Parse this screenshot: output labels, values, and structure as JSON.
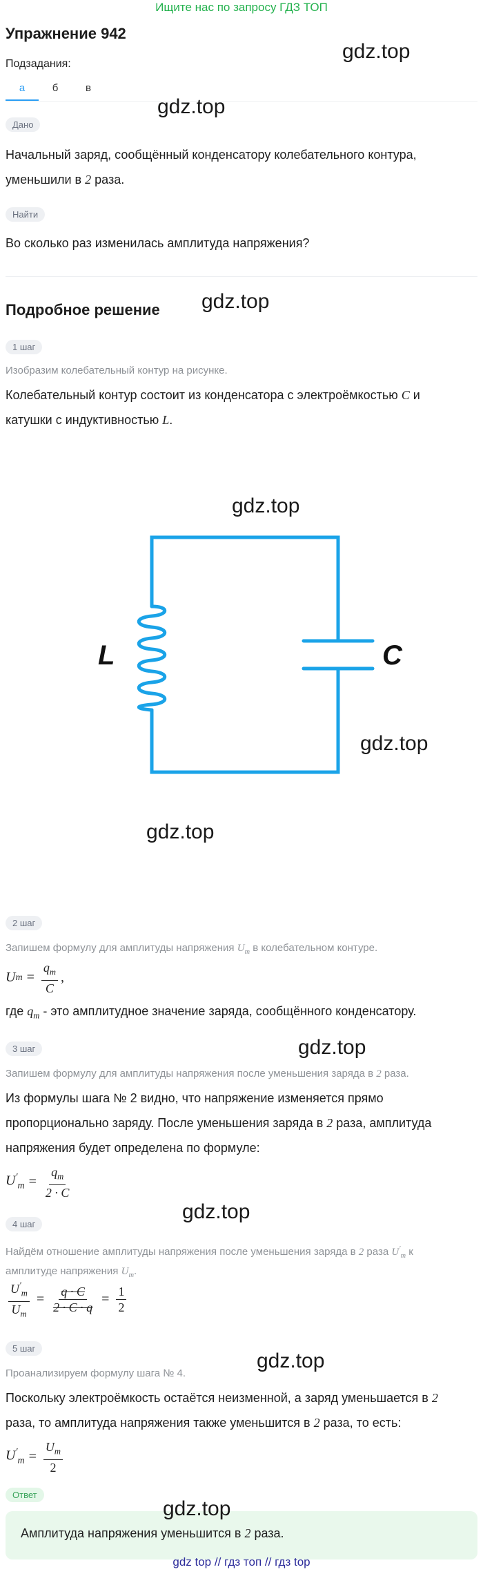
{
  "header": {
    "top_link": "Ищите нас по запросу ГДЗ ТОП",
    "title": "Упражнение 942",
    "subtasks_label": "Подзадания:",
    "tabs": [
      "а",
      "б",
      "в"
    ]
  },
  "given": {
    "label": "Дано",
    "text_1": "Начальный заряд, сообщённый конденсатору колебательного контура,",
    "text_2a": "уменьшили в ",
    "text_2_num": "2",
    "text_2b": " раза."
  },
  "find": {
    "label": "Найти",
    "text": "Во сколько раз изменилась амплитуда напряжения?"
  },
  "solution": {
    "title": "Подробное решение",
    "step1": {
      "label": "1 шаг",
      "hint": "Изобразим колебательный контур на рисунке.",
      "line1a": "Колебательный контур состоит из конденсатора с электроёмкостью ",
      "line1_var": "C",
      "line1b": " и",
      "line2a": "катушки с индуктивностью ",
      "line2_var": "L",
      "line2b": ".",
      "diagram_label_L": "L",
      "diagram_label_C": "C"
    },
    "step2": {
      "label": "2 шаг",
      "hint_a": "Запишем формулу для амплитуды напряжения ",
      "hint_var": "U",
      "hint_sub": "m",
      "hint_b": " в колебательном контуре.",
      "formula_lhs": "U",
      "formula_lhs_sub": "m",
      "formula_num": "q",
      "formula_num_sub": "m",
      "formula_den": "C",
      "note_a": "где ",
      "note_var": "q",
      "note_sub": "m",
      "note_b": " - это амплитудное значение заряда, сообщённого конденсатору."
    },
    "step3": {
      "label": "3 шаг",
      "hint_a": "Запишем формулу для амплитуды напряжения после уменьшения заряда в ",
      "hint_num": "2",
      "hint_b": " раза.",
      "line1": "Из формулы шага № 2 видно, что напряжение изменяется прямо",
      "line2a": "пропорционально заряду. После уменьшения заряда в ",
      "line2_num": "2",
      "line2b": " раза, амплитуда",
      "line3": "напряжения будет определена по формуле:",
      "formula_num": "q",
      "formula_den": "2 · C"
    },
    "step4": {
      "label": "4 шаг",
      "hint_a": "Найдём отношение амплитуды напряжения после уменьшения заряда в ",
      "hint_num": "2",
      "hint_b": " раза ",
      "hint_c": " к",
      "hint_line2": "амплитуде напряжения ",
      "formula_mid_num": "q · C",
      "formula_mid_den": "2 · C · q",
      "formula_res_num": "1",
      "formula_res_den": "2"
    },
    "step5": {
      "label": "5 шаг",
      "hint": "Проанализируем формулу шага № 4.",
      "line1a": "Поскольку электроёмкость остаётся неизменной, а заряд уменьшается в ",
      "line1_num": "2",
      "line2a": "раза, то амплитуда напряжения также уменьшится в ",
      "line2_num": "2",
      "line2b": " раза, то есть:",
      "formula_den": "2"
    },
    "answer": {
      "label": "Ответ",
      "text_a": "Амплитуда напряжения уменьшится в ",
      "text_num": "2",
      "text_b": " раза."
    }
  },
  "watermark": "gdz.top",
  "footer": {
    "link1": "gdz top",
    "sep": "//",
    "link2": "гдз топ",
    "link3": "гдз top"
  },
  "colors": {
    "accent": "#2a9df4",
    "circuit": "#1aa3e8",
    "top_link": "#22b14c",
    "footer_link": "#2d2d9b"
  }
}
